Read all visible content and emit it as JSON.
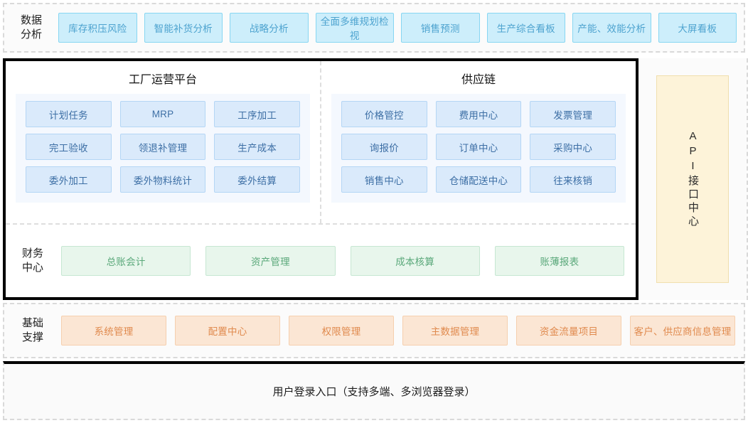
{
  "diagram": {
    "sections": {
      "data_analysis": {
        "label": "数据\n分析",
        "tiles": [
          "库存积压风险",
          "智能补货分析",
          "战略分析",
          "全面多维规划检视",
          "销售预测",
          "生产综合看板",
          "产能、效能分析",
          "大屏看板"
        ]
      },
      "factory_platform": {
        "title": "工厂运营平台",
        "tiles": [
          "计划任务",
          "MRP",
          "工序加工",
          "完工验收",
          "领退补管理",
          "生产成本",
          "委外加工",
          "委外物料统计",
          "委外结算"
        ]
      },
      "supply_chain": {
        "title": "供应链",
        "tiles": [
          "价格管控",
          "费用中心",
          "发票管理",
          "询报价",
          "订单中心",
          "采购中心",
          "销售中心",
          "仓储配送中心",
          "往来核销"
        ]
      },
      "finance_center": {
        "label": "财务\n中心",
        "tiles": [
          "总账会计",
          "资产管理",
          "成本核算",
          "账薄报表"
        ]
      },
      "api_center": {
        "label": "API接口中心"
      },
      "base_support": {
        "label": "基础\n支撑",
        "tiles": [
          "系统管理",
          "配置中心",
          "权限管理",
          "主数据管理",
          "资金流量项目",
          "客户、供应商信息管理"
        ]
      },
      "login_bar": {
        "text": "用户登录入口（支持多端、多浏览器登录）"
      }
    },
    "colors": {
      "cyan_fill": "#cdeefb",
      "cyan_border": "#87d6f2",
      "cyan_text": "#4da3cf",
      "blue_fill": "#daeafb",
      "blue_border": "#b4d6f5",
      "blue_text": "#3d6fa5",
      "green_fill": "#e8f6ec",
      "green_border": "#c6e7d2",
      "green_text": "#5aa87a",
      "orange_fill": "#fbe6d4",
      "orange_border": "#f5cfae",
      "orange_text": "#e08a4e",
      "api_fill": "#fdf3d9",
      "api_border": "#f0dfae",
      "frame_black": "#000000",
      "dashed_gray": "#d9d9d9"
    }
  }
}
